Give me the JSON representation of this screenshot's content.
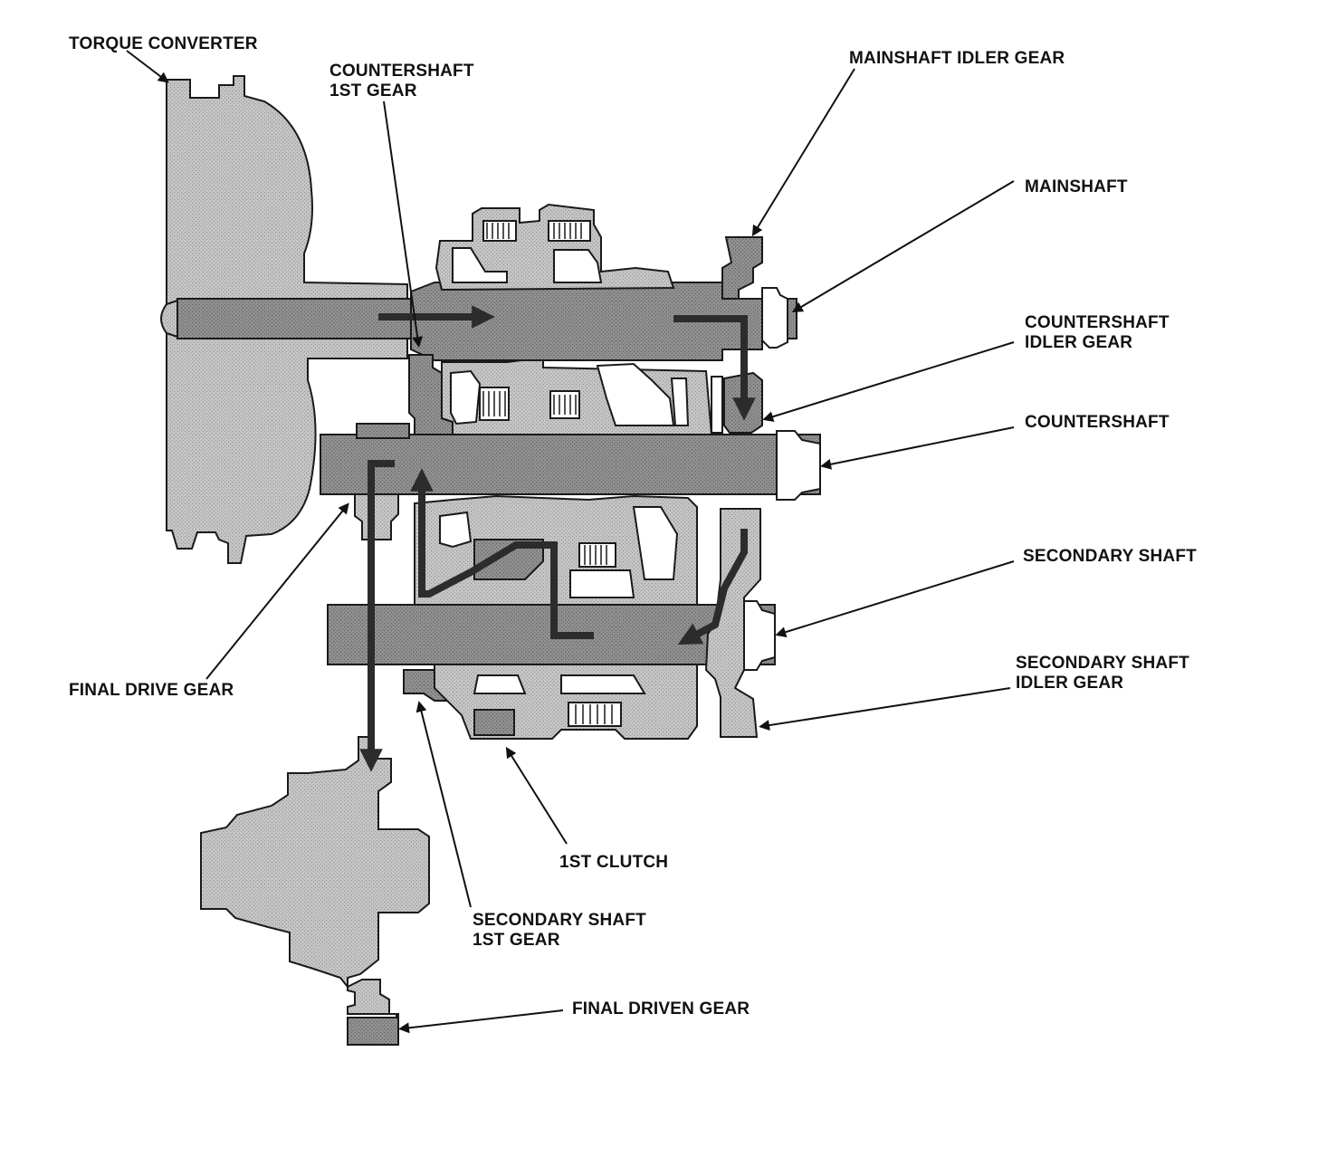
{
  "labels": {
    "torque_converter": "TORQUE CONVERTER",
    "countershaft_1st_gear_l1": "COUNTERSHAFT",
    "countershaft_1st_gear_l2": "1ST GEAR",
    "mainshaft_idler_gear": "MAINSHAFT IDLER GEAR",
    "mainshaft": "MAINSHAFT",
    "countershaft_idler_gear_l1": "COUNTERSHAFT",
    "countershaft_idler_gear_l2": "IDLER GEAR",
    "countershaft": "COUNTERSHAFT",
    "secondary_shaft": "SECONDARY SHAFT",
    "secondary_shaft_idler_gear_l1": "SECONDARY SHAFT",
    "secondary_shaft_idler_gear_l2": "IDLER GEAR",
    "final_drive_gear": "FINAL DRIVE GEAR",
    "first_clutch": "1ST CLUTCH",
    "secondary_shaft_1st_gear_l1": "SECONDARY SHAFT",
    "secondary_shaft_1st_gear_l2": "1ST GEAR",
    "final_driven_gear": "FINAL DRIVEN GEAR"
  },
  "colors": {
    "component_fill": "#bdbdbd",
    "component_dark": "#8a8a8a",
    "power_flow_arrow": "#2c2c2c",
    "outline": "#1a1a1a"
  }
}
